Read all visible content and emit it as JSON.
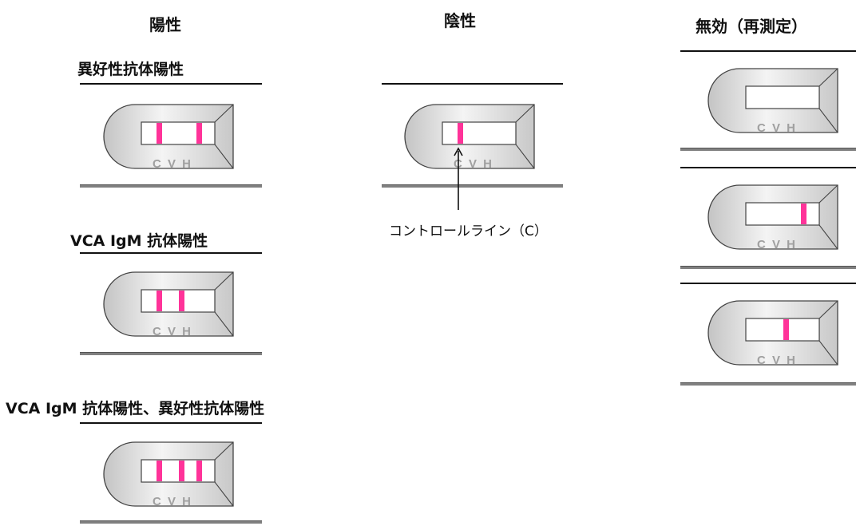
{
  "headings": {
    "positive": "陽性",
    "negative": "陰性",
    "invalid": "無効（再測定）"
  },
  "labels": {
    "heterophile_positive": "異好性抗体陽性",
    "vca_igm_positive": "VCA IgM 抗体陽性",
    "both_positive": "VCA IgM 抗体陽性、異好性抗体陽性"
  },
  "cassette_window_labels": [
    "C",
    "V",
    "H"
  ],
  "cassette_window_text": "C V H",
  "callout": {
    "text": "コントロールライン（C）"
  },
  "colors": {
    "band": "#ff3399",
    "cassette_fill_edge": "#c8c8c8",
    "cassette_fill_center": "#f2f2f2",
    "outline": "#444444",
    "base_line": "#808080"
  }
}
